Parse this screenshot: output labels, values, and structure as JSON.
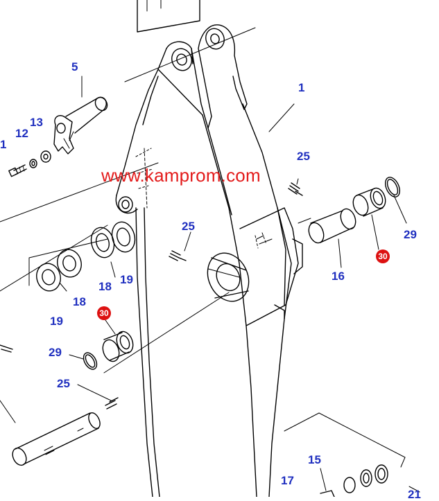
{
  "diagram": {
    "watermark": "www.kamprom.com",
    "callouts": {
      "c1a": "1",
      "c1b": "1",
      "c5": "5",
      "c12": "12",
      "c13": "13",
      "c25a": "25",
      "c25b": "25",
      "c25c": "25",
      "c29a": "29",
      "c29b": "29",
      "c30a": "30",
      "c30b": "30",
      "c16": "16",
      "c18a": "18",
      "c18b": "18",
      "c19a": "19",
      "c19b": "19",
      "c15": "15",
      "c17": "17",
      "c21": "21"
    },
    "colors": {
      "callout": "#1f2fbf",
      "badge": "#dd1111",
      "watermark": "#e31b1b",
      "line": "#000000"
    }
  }
}
